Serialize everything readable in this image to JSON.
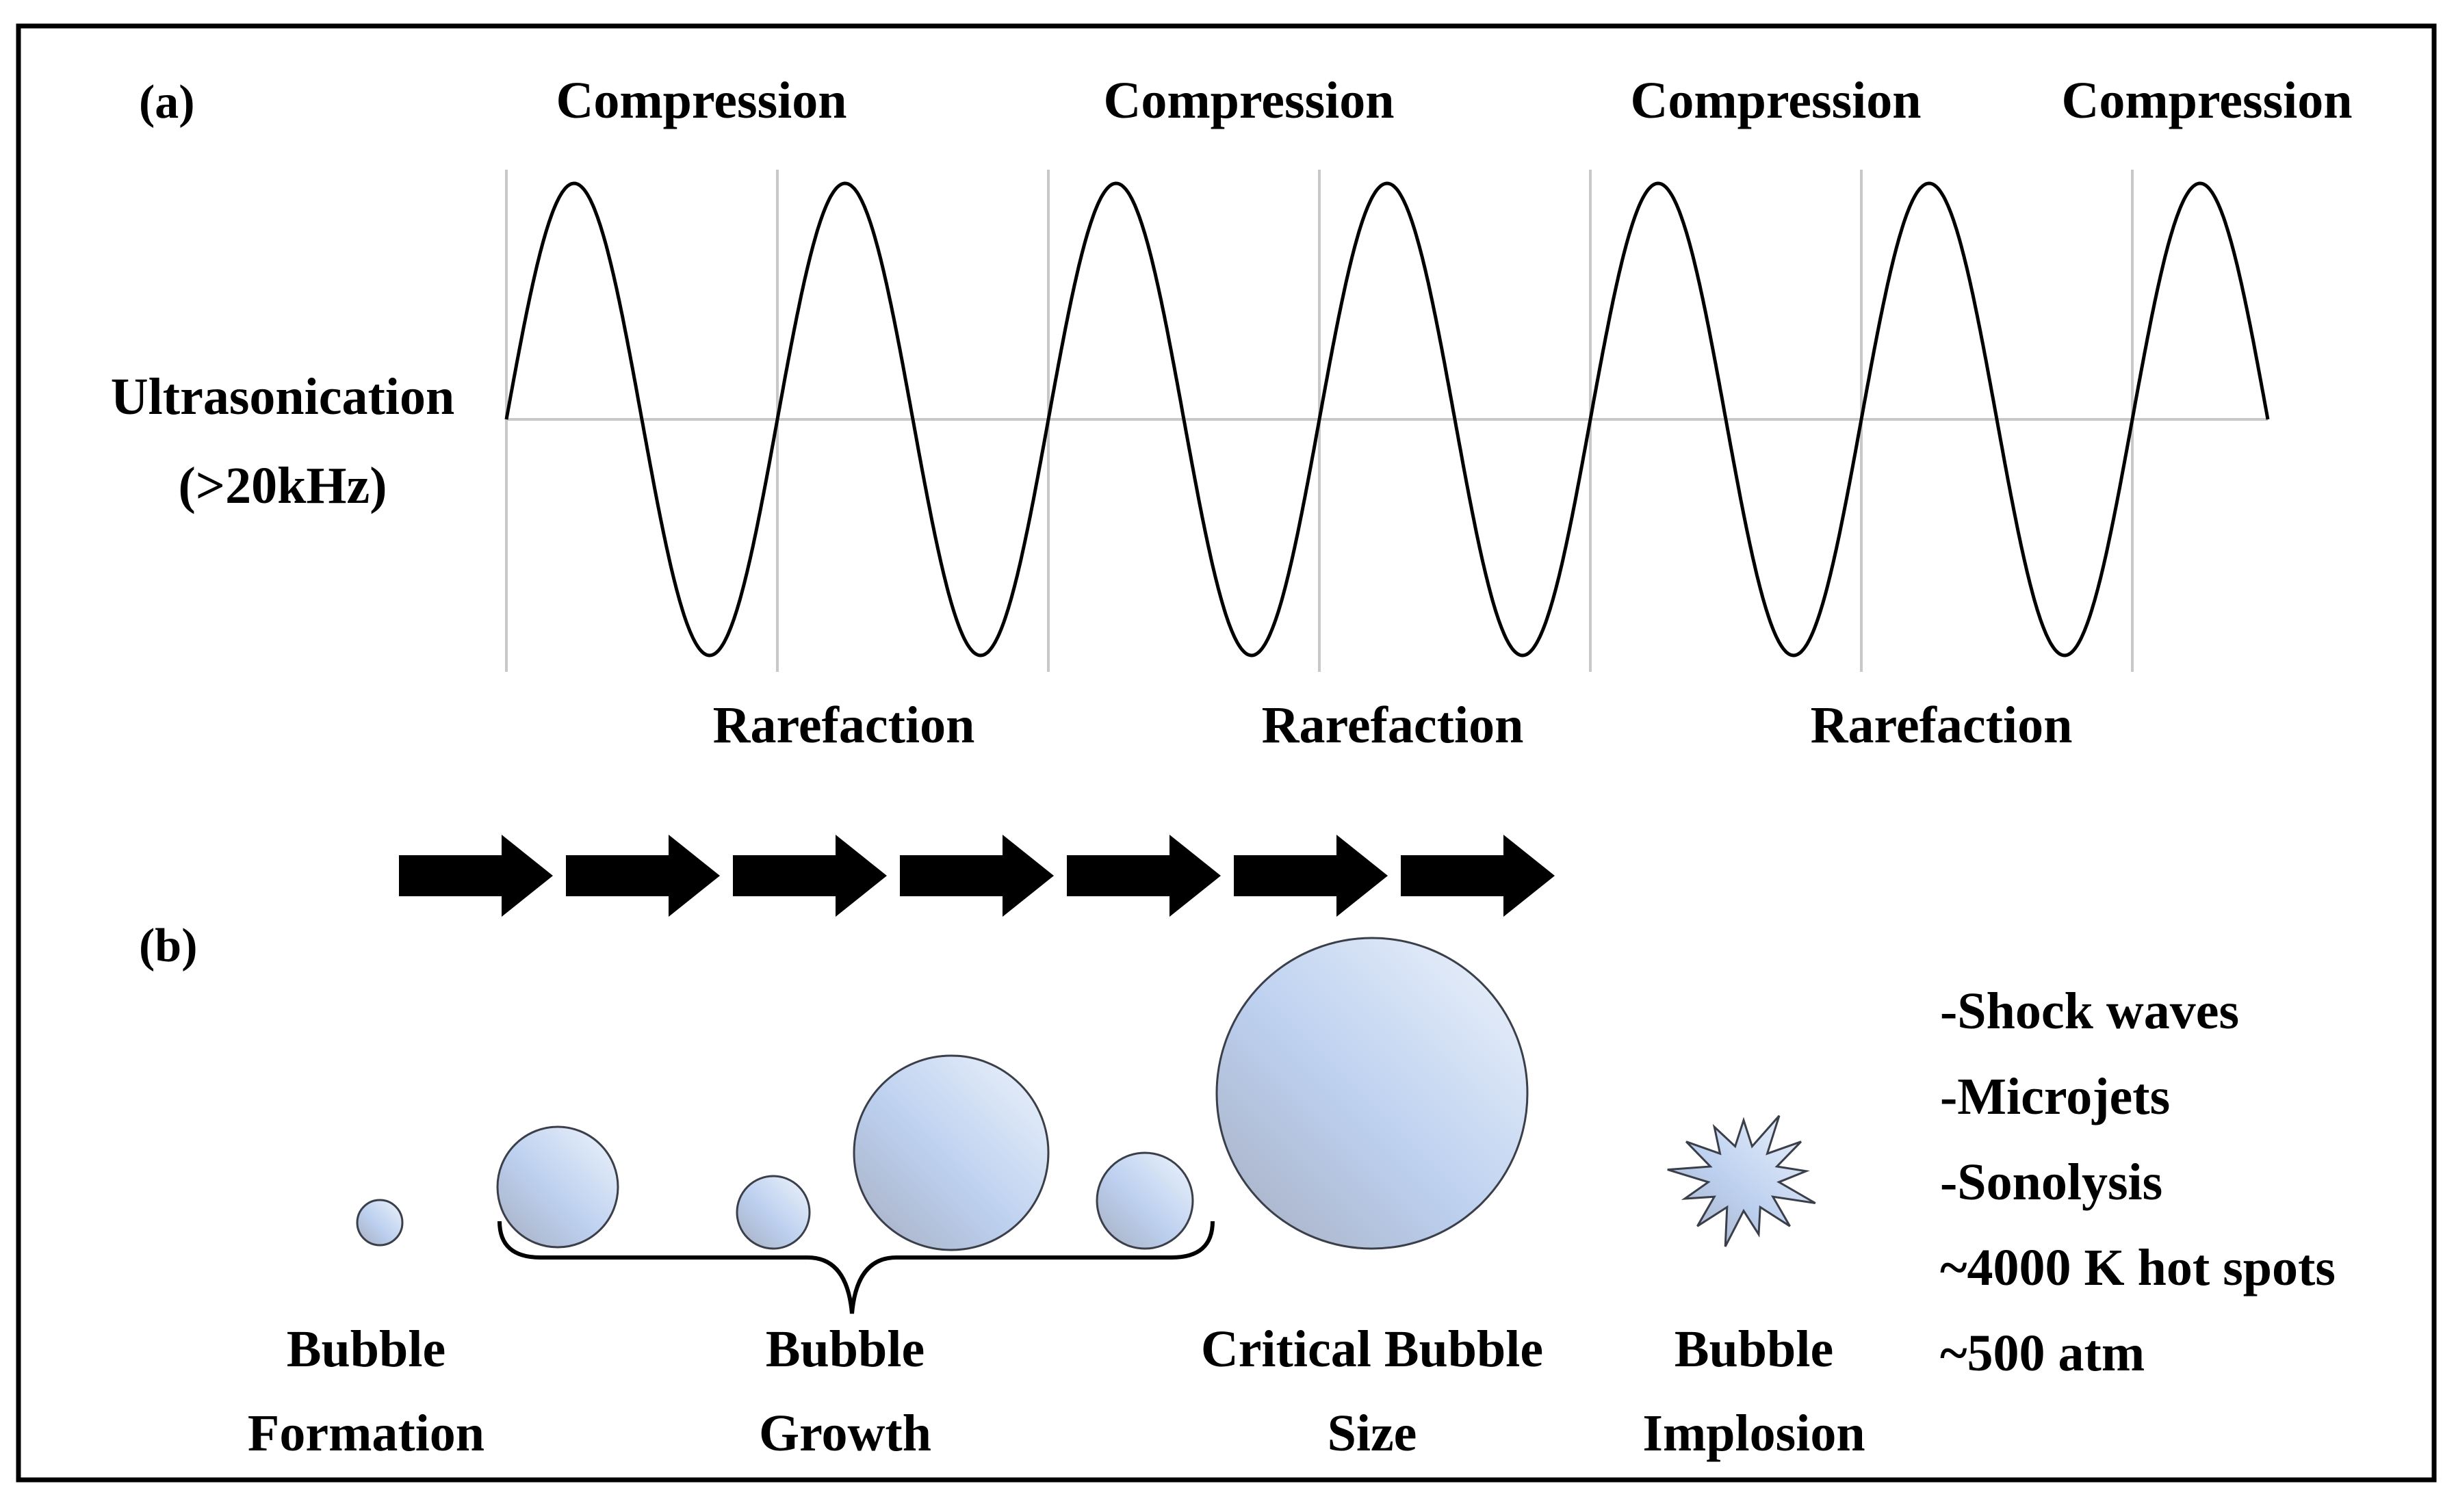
{
  "panel_a": {
    "label": "(a)",
    "source_label": [
      "Ultrasonication",
      "(>20kHz)"
    ],
    "compression_labels": [
      "Compression",
      "Compression",
      "Compression",
      "Compression"
    ],
    "rarefaction_labels": [
      "Rarefaction",
      "Rarefaction",
      "Rarefaction"
    ],
    "wave": {
      "cycles": 6.5,
      "shape": "sine"
    }
  },
  "panel_b": {
    "label": "(b)",
    "arrow_count": 7,
    "stages": [
      {
        "id": "formation",
        "label": [
          "Bubble",
          "Formation"
        ]
      },
      {
        "id": "growth",
        "label": [
          "Bubble",
          "Growth"
        ]
      },
      {
        "id": "critical",
        "label": [
          "Critical Bubble",
          "Size"
        ]
      },
      {
        "id": "implosion",
        "label": [
          "Bubble",
          "Implosion"
        ]
      }
    ],
    "effects": [
      "-Shock waves",
      "-Microjets",
      "-Sonolysis",
      "~4000 K hot spots",
      "~500 atm"
    ]
  },
  "colors": {
    "bubble_light": "#eef3fb",
    "bubble_mid": "#bcd0ef",
    "bubble_dark": "#a7aec0",
    "bubble_stroke": "#3a3f4a",
    "grid": "#c8c8c8",
    "ink": "#000000"
  }
}
